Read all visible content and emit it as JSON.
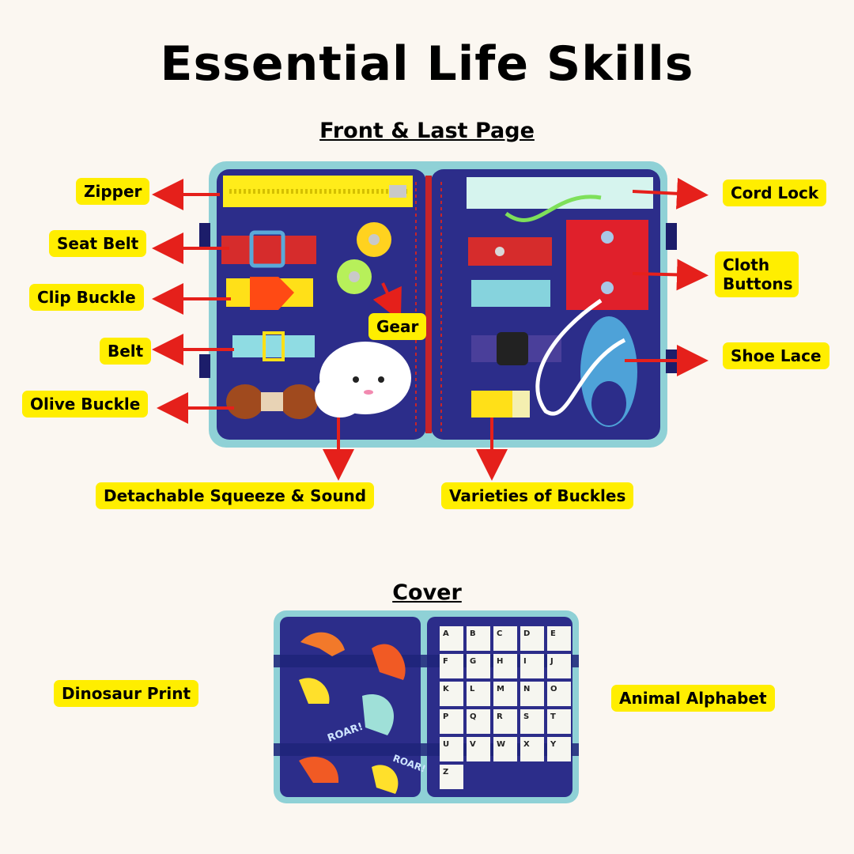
{
  "title": "Essential Life Skills",
  "front_heading": "Front & Last Page",
  "cover_heading": "Cover",
  "labels": {
    "zipper": "Zipper",
    "seat_belt": "Seat Belt",
    "clip_buckle": "Clip Buckle",
    "belt": "Belt",
    "olive_buckle": "Olive Buckle",
    "gear": "Gear",
    "cord_lock": "Cord Lock",
    "cloth_buttons": "Cloth Buttons",
    "shoe_lace": "Shoe Lace",
    "squeeze": "Detachable Squeeze & Sound",
    "buckles": "Varieties of Buckles",
    "dinosaur": "Dinosaur  Print",
    "alphabet": "Animal Alphabet"
  },
  "cover_print_text": [
    "ROAR!",
    "ROAR!"
  ],
  "alphabet_letters": [
    "A",
    "B",
    "C",
    "D",
    "E",
    "F",
    "G",
    "H",
    "I",
    "J",
    "K",
    "L",
    "M",
    "N",
    "O",
    "P",
    "Q",
    "R",
    "S",
    "T",
    "U",
    "V",
    "W",
    "X",
    "Y",
    "Z"
  ],
  "colors": {
    "background": "#fbf7f1",
    "label_bg": "#ffee00",
    "arrow": "#e5201b",
    "felt": "#2c2d8a",
    "trim": "#8fd1d6"
  }
}
